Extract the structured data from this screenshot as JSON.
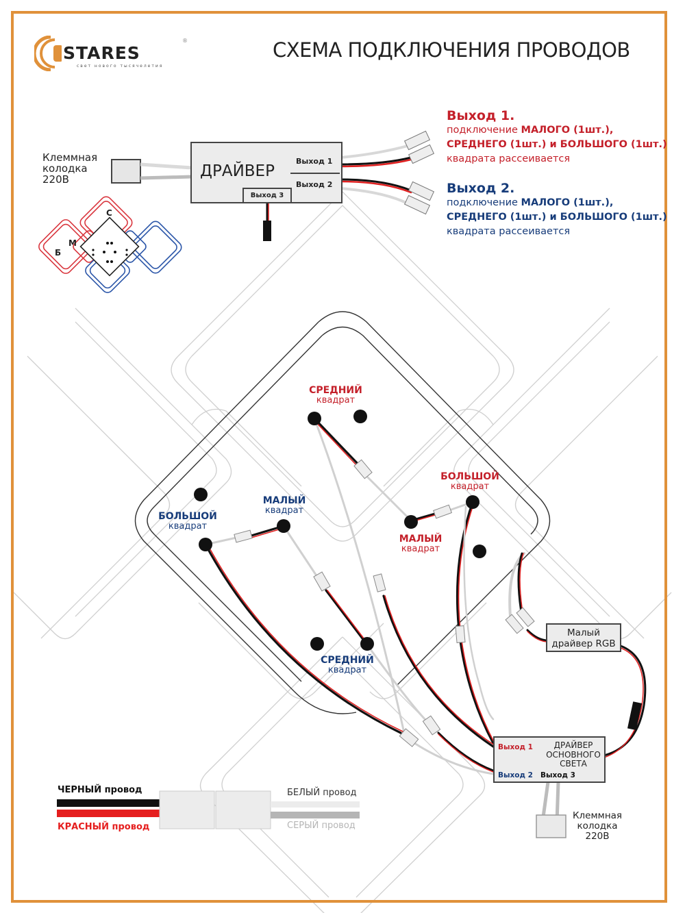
{
  "header": {
    "brand_name": "STARES",
    "brand_letter": "E",
    "brand_tagline": "свет нового тысячелетия",
    "brand_registered": "®",
    "title": "СХЕМА ПОДКЛЮЧЕНИЯ ПРОВОДОВ"
  },
  "colors": {
    "frame": "#e0913a",
    "red_accent": "#c4202a",
    "blue_accent": "#173c7a",
    "wire_black": "#111111",
    "wire_red": "#e02020",
    "wire_white": "#eeeeee",
    "wire_gray": "#b0b0b0"
  },
  "top_driver": {
    "terminal_label_lines": [
      "Клеммная",
      "колодка",
      "220В"
    ],
    "driver_label": "ДРАЙВЕР",
    "output1": "Выход 1",
    "output2": "Выход 2",
    "output3": "Выход 3"
  },
  "outputs_legend": [
    {
      "heading": "Выход 1.",
      "line1_pre": "подключение ",
      "line1_bold": "МАЛОГО (1шт.),",
      "line2_bold": "СРЕДНЕГО (1шт.) и БОЛЬШОГО (1шт.)",
      "line3": "квадрата рассеивается",
      "color": "red"
    },
    {
      "heading": "Выход 2.",
      "line1_pre": "подключение ",
      "line1_bold": "МАЛОГО (1шт.),",
      "line2_bold": "СРЕДНЕГО (1шт.) и БОЛЬШОГО (1шт.)",
      "line3": "квадрата рассеивается",
      "color": "blue"
    }
  ],
  "mini_map": {
    "label_large": "Б",
    "label_small": "М",
    "label_medium": "С"
  },
  "squares": [
    {
      "title": "СРЕДНИЙ",
      "sub": "квадрат",
      "color": "red"
    },
    {
      "title": "БОЛЬШОЙ",
      "sub": "квадрат",
      "color": "red"
    },
    {
      "title": "МАЛЫЙ",
      "sub": "квадрат",
      "color": "red"
    },
    {
      "title": "БОЛЬШОЙ",
      "sub": "квадрат",
      "color": "blue"
    },
    {
      "title": "МАЛЫЙ",
      "sub": "квадрат",
      "color": "blue"
    },
    {
      "title": "СРЕДНИЙ",
      "sub": "квадрат",
      "color": "blue"
    }
  ],
  "rgb_driver": {
    "label_lines": [
      "Малый",
      "драйвер RGB"
    ]
  },
  "main_driver": {
    "label_lines": [
      "ДРАЙВЕР",
      "ОСНОВНОГО",
      "СВЕТА"
    ],
    "output1": "Выход 1",
    "output2": "Выход 2",
    "output3": "Выход 3",
    "terminal_label_lines": [
      "Клеммная",
      "колодка",
      "220В"
    ]
  },
  "wire_legend": {
    "black": "ЧЕРНЫЙ провод",
    "red": "КРАСНЫЙ провод",
    "white": "БЕЛЫЙ провод",
    "gray": "СЕРЫЙ провод"
  }
}
